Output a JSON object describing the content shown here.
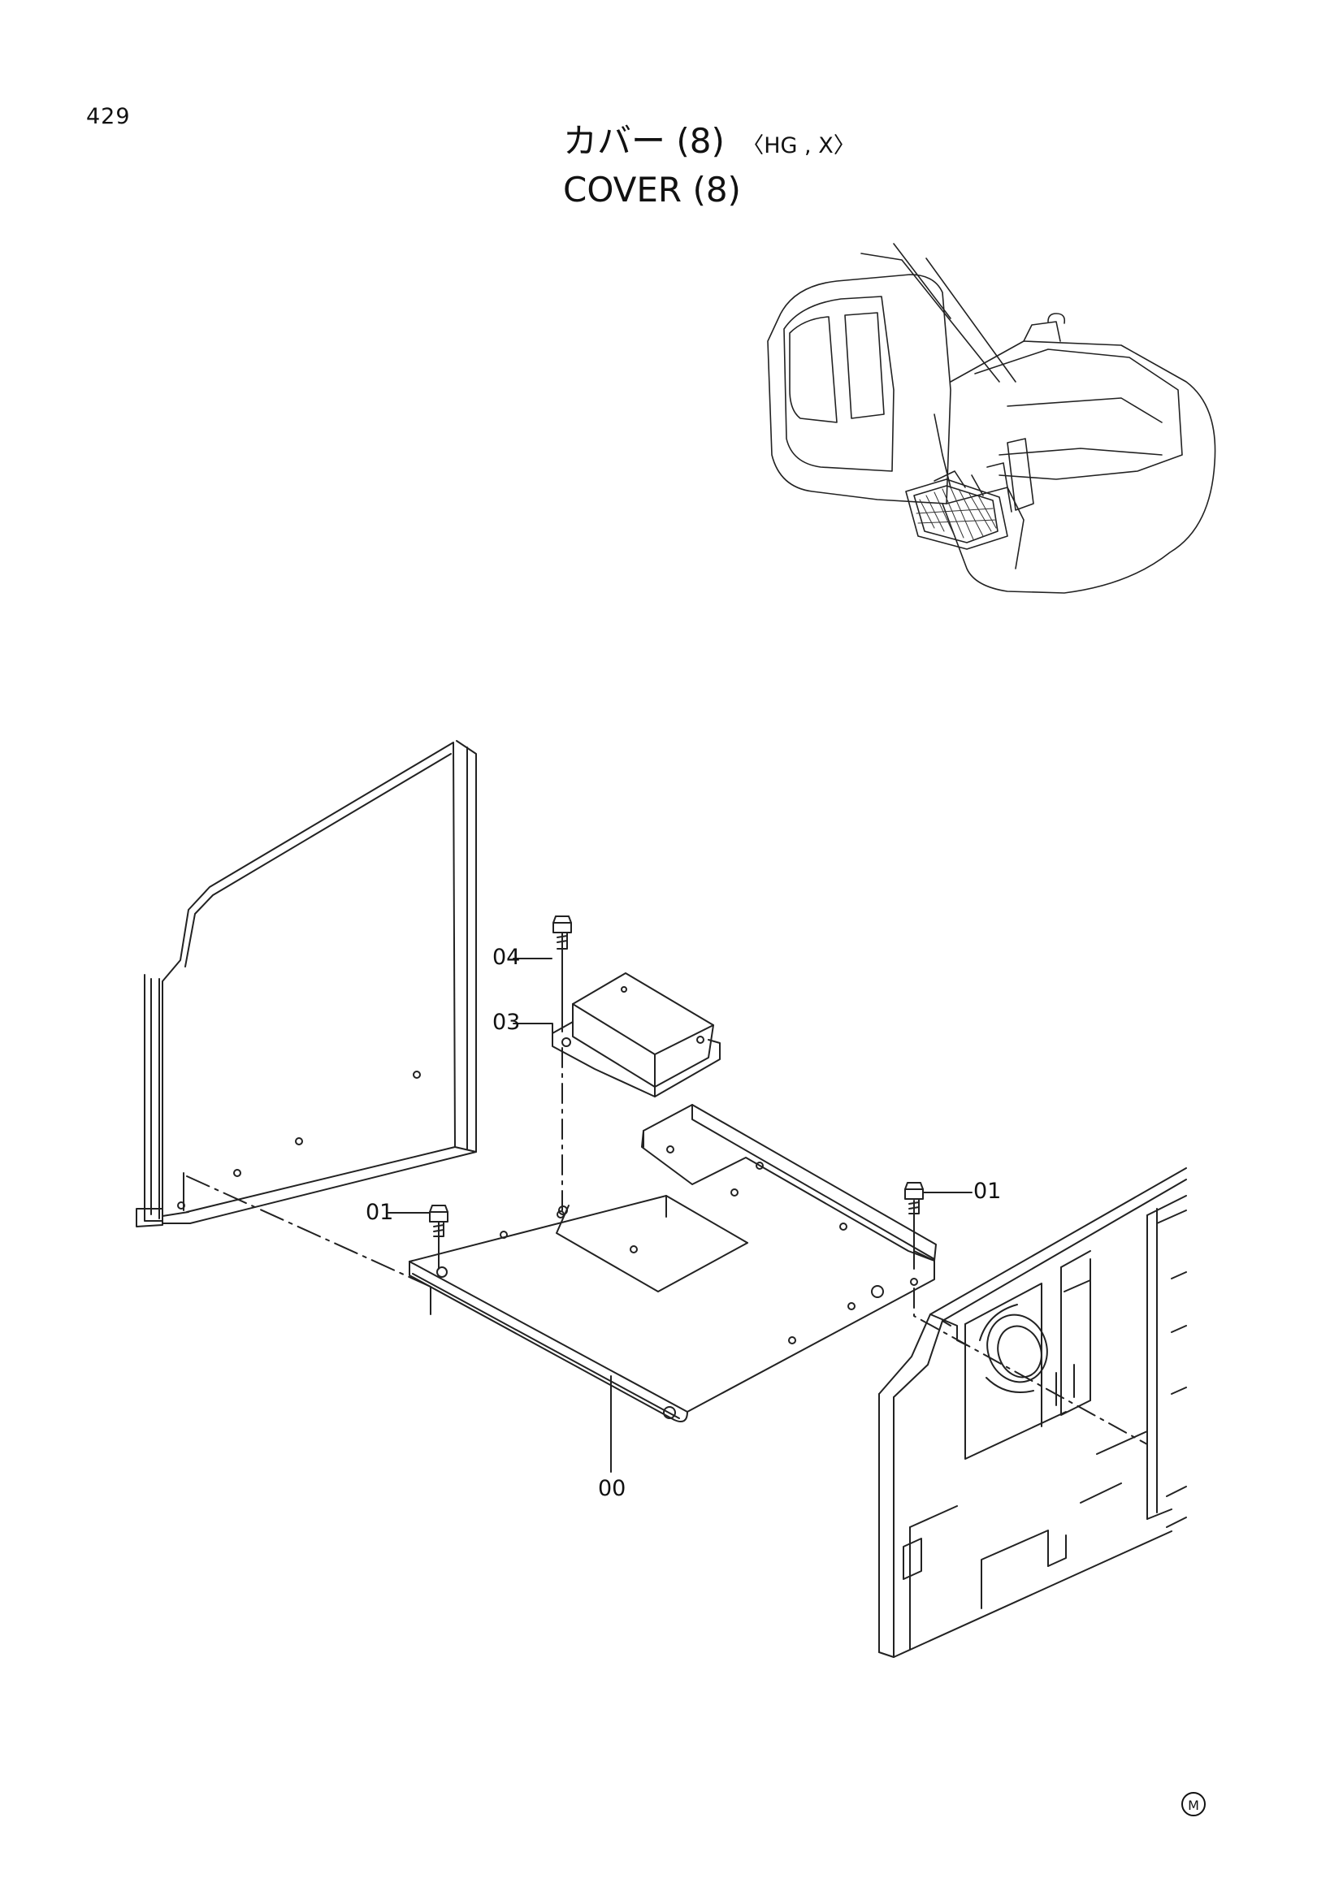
{
  "page_number": "429",
  "title": {
    "jp": "カバー (8)",
    "variant": "〈HG , X〉",
    "en": "COVER (8)"
  },
  "callouts": [
    "04",
    "03",
    "01",
    "01",
    "00"
  ],
  "footer_mark": "M",
  "colors": {
    "line": "#222222",
    "background": "#ffffff",
    "hatch": "#333333"
  }
}
